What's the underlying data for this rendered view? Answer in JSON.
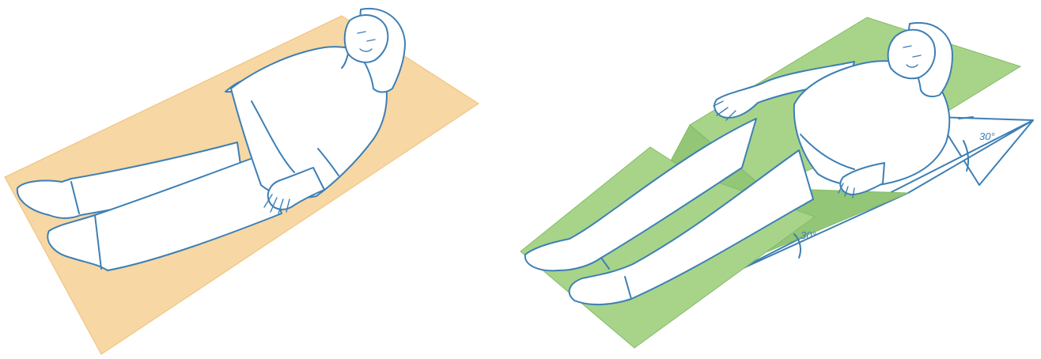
{
  "colors": {
    "flat_mat": "#f7d7a3",
    "flat_mat_edge": "#efc07a",
    "positioning_mat": "#a8d48a",
    "positioning_mat_shade": "#93c676",
    "positioning_mat_edge": "#84bb66",
    "figure_line": "#3d7fb5",
    "wedge_fill": "#ffffff"
  },
  "illustrations": [
    {
      "id": "flat",
      "figure": "person-lying-flat",
      "support": "flat-mat"
    },
    {
      "id": "inclined",
      "figure": "person-lying-inclined",
      "support": "wedge-positioning-mat"
    }
  ],
  "angle_labels": {
    "back": "30°",
    "legs": "30°"
  }
}
